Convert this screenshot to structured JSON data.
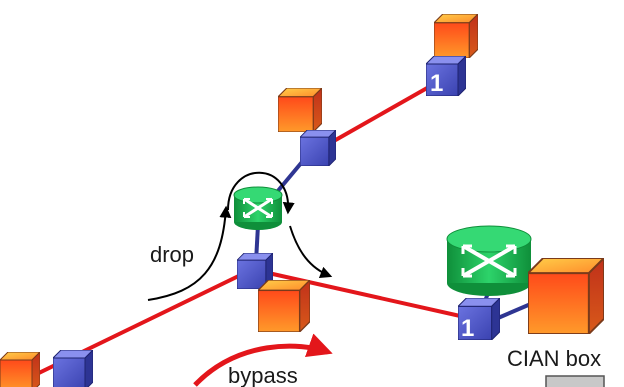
{
  "labels": {
    "drop": "drop",
    "bypass": "bypass",
    "cian_box": "CIAN box",
    "node_marker": "1"
  },
  "colors": {
    "link": "#e3161b",
    "access_link": "#2e3592",
    "blue_box": "#4a52c4",
    "orange_box": "#ff7a18",
    "router": "#22b14c",
    "arrow_black": "#000000",
    "arrow_red": "#e3161b",
    "placeholder_box": "#c8c8c8"
  },
  "icons": {
    "router": "optical-router-icon",
    "box": "network-element-cube-icon"
  }
}
